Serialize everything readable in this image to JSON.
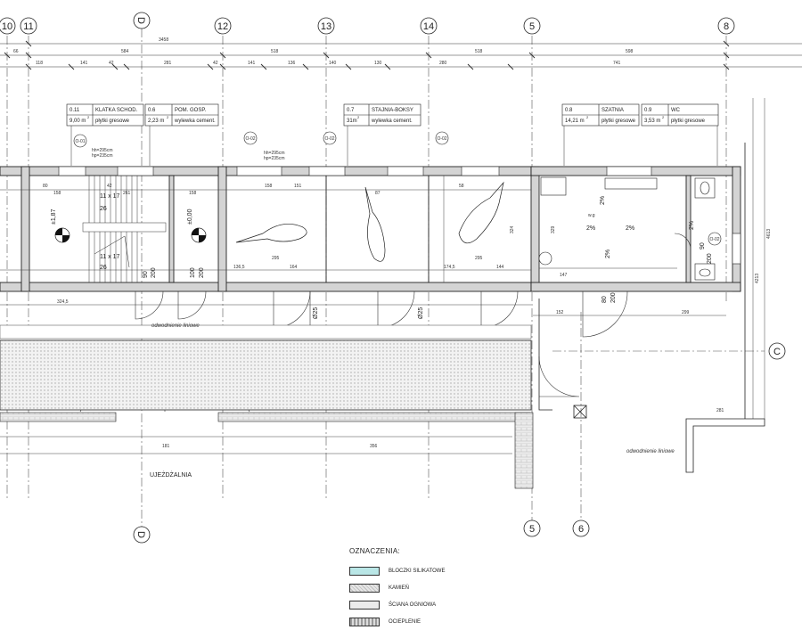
{
  "grid_axes_top": [
    "10",
    "11",
    "D",
    "12",
    "13",
    "14",
    "5",
    "8"
  ],
  "grid_axes_bottom": [
    "D",
    "5",
    "6"
  ],
  "grid_axis_side": "C",
  "top_dimensions": {
    "overall": "3458",
    "row1": [
      "66",
      "584",
      "518",
      "518",
      "598"
    ],
    "row2": [
      "118",
      "141",
      "42",
      "281",
      "42",
      "141",
      "136",
      "140",
      "130",
      "280",
      "741"
    ]
  },
  "rooms": [
    {
      "num": "0.11",
      "name": "KLATKA SCHOD.",
      "area": "9,00 m",
      "sup": "2",
      "floor": "płytki gresowe"
    },
    {
      "num": "0.6",
      "name": "POM. GOSP.",
      "area": "2,23 m",
      "sup": "2",
      "floor": "wylewka cement."
    },
    {
      "num": "0.7",
      "name": "STAJNIA-BOKSY",
      "area": "31m",
      "sup": "2",
      "floor": "wylewka cement."
    },
    {
      "num": "0.8",
      "name": "SZATNIA",
      "area": "14,21 m",
      "sup": "2",
      "floor": "płytki gresowe"
    },
    {
      "num": "0.9",
      "name": "WC",
      "area": "3,53 m",
      "sup": "2",
      "floor": "płytki gresowe"
    }
  ],
  "window_tags": [
    "O-01",
    "O-02",
    "O-02",
    "O-02",
    "O-02"
  ],
  "window_heights": [
    "hh=295cm",
    "hp=235cm",
    "hh=295cm",
    "hp=235cm"
  ],
  "level_marks": [
    "±1,87",
    "±0,00"
  ],
  "stair": {
    "steps_top": "11 x 17",
    "steps_top_2": "26",
    "steps_bottom": "11 x 17",
    "steps_bottom_2": "26"
  },
  "interior_dims": [
    "80",
    "158",
    "42",
    "261",
    "158",
    "158",
    "87",
    "58",
    "151",
    "324",
    "136,5",
    "295",
    "164",
    "174,5",
    "295",
    "144",
    "324,5",
    "152",
    "299",
    "281",
    "181",
    "356",
    "147",
    "329",
    "4613",
    "4213"
  ],
  "door_labels": [
    "90",
    "200",
    "100",
    "200",
    "80",
    "200",
    "90",
    "200"
  ],
  "annotations": {
    "drain_1": "odwodnienie liniowe",
    "drain_2": "odwodnienie liniowe",
    "arena": "UJEŻDŻALNIA",
    "pipe_1": "Ø25",
    "pipe_2": "Ø25",
    "slopes": [
      "2%",
      "2%",
      "2%",
      "2%",
      "2%"
    ],
    "wg": "w.g"
  },
  "legend": {
    "title": "OZNACZENIA:",
    "items": [
      {
        "label": "BLOCZKI SILIKATOWE",
        "color": "#b9e6e6"
      },
      {
        "label": "KAMIEŃ",
        "color": "#dcdcdc"
      },
      {
        "label": "ŚCIANA OGNIOWA",
        "color": "#ebebeb"
      },
      {
        "label": "OCIEPLENIE",
        "color": "#9a9a9a"
      }
    ]
  },
  "colors": {
    "line": "#222222",
    "wall_fill": "#d4d4d4",
    "hatch": "#cfcfcf"
  }
}
